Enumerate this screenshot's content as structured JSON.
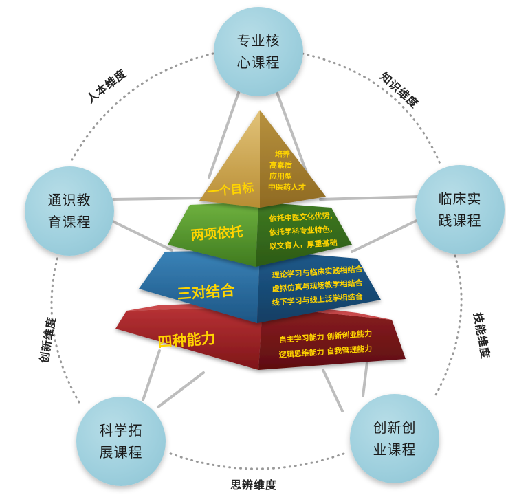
{
  "circles": {
    "top": {
      "line1": "专业核",
      "line2": "心课程"
    },
    "right": {
      "line1": "临床实",
      "line2": "践课程"
    },
    "bottom_right": {
      "line1": "创新创",
      "line2": "业课程"
    },
    "bottom_left": {
      "line1": "科学拓",
      "line2": "展课程"
    },
    "left": {
      "line1": "通识教",
      "line2": "育课程"
    }
  },
  "dimensions": {
    "top_left": "人本维度",
    "top_right": "知识维度",
    "right": "技能维度",
    "bottom": "思辨维度",
    "left": "创新维度"
  },
  "pyramid": {
    "tier1": {
      "label": "一个目标",
      "lines": [
        "培养",
        "高素质",
        "应用型",
        "中医药人才"
      ]
    },
    "tier2": {
      "label": "两项依托",
      "lines": [
        "依托中医文化优势,",
        "依托学科专业特色,",
        "以文育人，厚重基础"
      ]
    },
    "tier3": {
      "label": "三对结合",
      "lines": [
        "理论学习与临床实践相结合",
        "虚拟仿真与现场教学相结合",
        "线下学习与线上泛学相结合"
      ]
    },
    "tier4": {
      "label": "四种能力",
      "lines": [
        "自主学习能力  创新创业能力",
        "逻辑思维能力  自我管理能力"
      ]
    }
  },
  "colors": {
    "circle": "#9fd0de",
    "tier1": "#c8a24a",
    "tier2": "#4f8a2b",
    "tier3": "#1f5f8f",
    "tier4": "#8e1c1e",
    "label_text": "#ffd400"
  }
}
